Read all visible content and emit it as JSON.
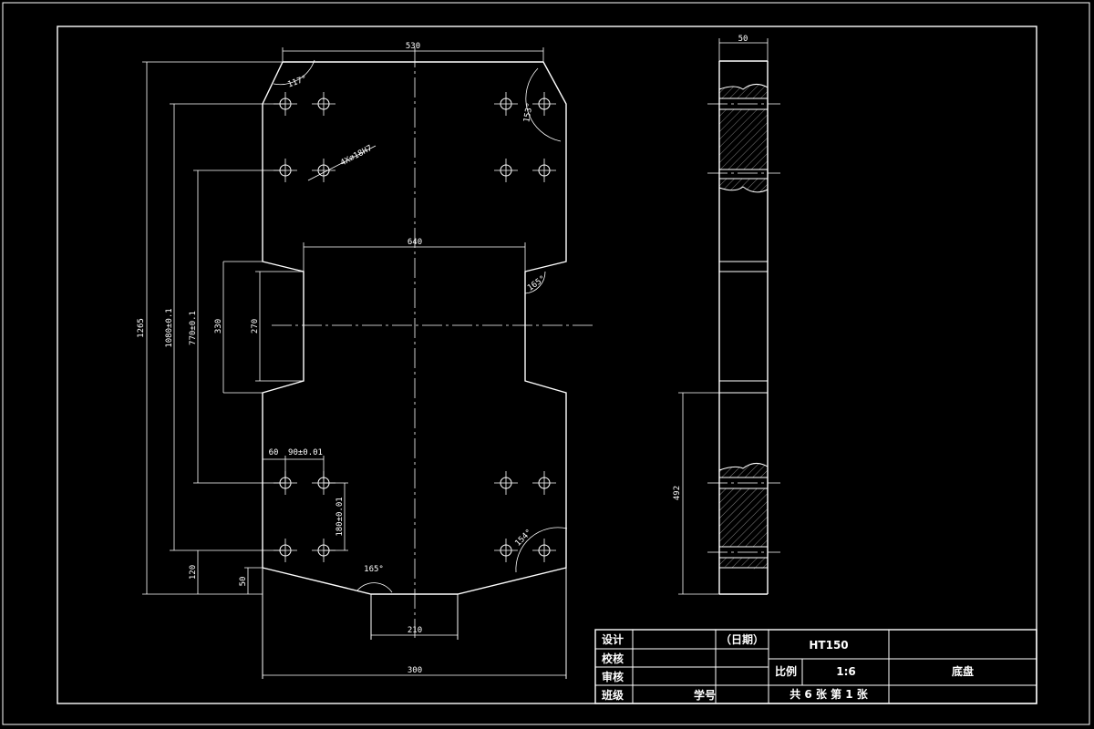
{
  "dimensions": {
    "top_width": "530",
    "waist_width": "640",
    "total_height": "1265",
    "hole_span_outer": "1080±0.1",
    "hole_span_inner": "770±0.1",
    "notch_outer": "330",
    "notch_inner": "270",
    "hole_offset": "60",
    "hole_pitch_h": "90±0.01",
    "hole_pitch_v": "180±0.01",
    "bottom_offset_1": "120",
    "bottom_offset_2": "50",
    "slot_width": "210",
    "base_width": "300",
    "side_thickness": "50",
    "side_lower": "492",
    "angle_top_left": "117°",
    "angle_top_right": "153°",
    "angle_waist": "165°",
    "angle_bottom_center": "165°",
    "angle_bottom_right": "154°",
    "hole_callout": "4X∅18H7"
  },
  "title_block": {
    "design": "设计",
    "date": "（日期）",
    "check": "校核",
    "review": "审核",
    "class": "班级",
    "student_no": "学号",
    "material": "HT150",
    "scale_label": "比例",
    "scale_value": "1:6",
    "part_name": "底盘",
    "sheet_info": "共 6 张 第 1 张"
  }
}
